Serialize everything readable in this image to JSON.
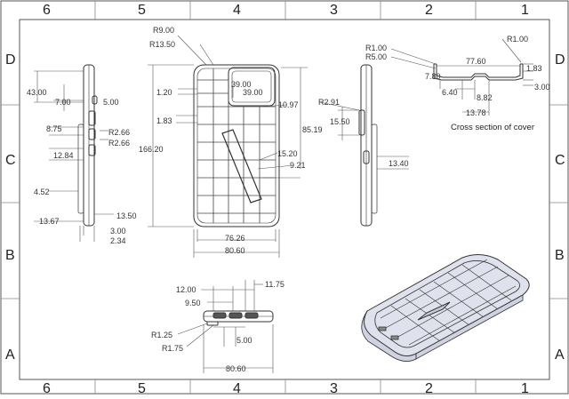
{
  "border": {
    "top_zones": [
      "6",
      "5",
      "4",
      "3",
      "2",
      "1"
    ],
    "bottom_zones": [
      "6",
      "5",
      "4",
      "3",
      "2",
      "1"
    ],
    "left_zones": [
      "D",
      "C",
      "B",
      "A"
    ],
    "right_zones": [
      "D",
      "C",
      "B",
      "A"
    ]
  },
  "side_view_left": {
    "dims": [
      "43.00",
      "7.00",
      "5.00",
      "8.75",
      "R2.66",
      "R2.66",
      "12.84",
      "4.52",
      "13.67",
      "13.50",
      "3.00",
      "2.34"
    ]
  },
  "back_view": {
    "dims": [
      "R9.00",
      "R13.50",
      "39.00",
      "39.00",
      "1.20",
      "1.83",
      "10.97",
      "85.19",
      "166.20",
      "15.20",
      "9.21",
      "76.26",
      "80.60"
    ]
  },
  "side_view_right": {
    "dims": [
      "R2.91",
      "15.50",
      "13.40"
    ]
  },
  "bottom_view": {
    "dims": [
      "12.00",
      "11.75",
      "9.50",
      "R1.25",
      "5.00",
      "R1.75",
      "80.60"
    ]
  },
  "cross_section": {
    "caption": "Cross section of cover",
    "dims": [
      "R1.00",
      "R5.00",
      "R1.00",
      "77.60",
      "1.83",
      "7.80",
      "3.00",
      "6.40",
      "8.82",
      "13.78"
    ]
  }
}
